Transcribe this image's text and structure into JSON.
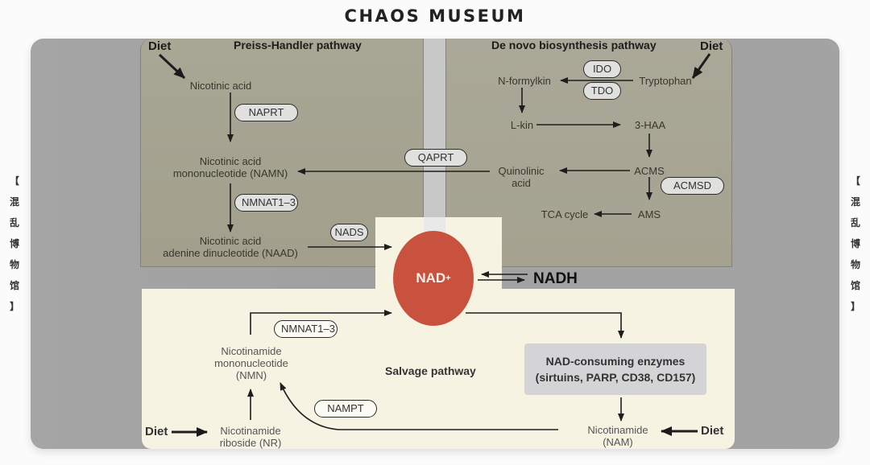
{
  "site": {
    "title": "CHAOS MUSEUM",
    "side_label": [
      "【",
      "混",
      "乱",
      "博",
      "物",
      "馆",
      "】"
    ]
  },
  "preiss_handler": {
    "title": "Preiss-Handler pathway",
    "diet": "Diet",
    "nicotinic_acid": "Nicotinic acid",
    "naprt": "NAPRT",
    "namn_line1": "Nicotinic acid",
    "namn_line2": "mononucleotide (NAMN)",
    "nmnat": "NMNAT1–3",
    "naad_line1": "Nicotinic acid",
    "naad_line2": "adenine dinucleotide (NAAD)",
    "nads": "NADS"
  },
  "de_novo": {
    "title": "De novo biosynthesis pathway",
    "diet": "Diet",
    "tryptophan": "Tryptophan",
    "ido": "IDO",
    "tdo": "TDO",
    "n_formylkin": "N-formylkin",
    "l_kin": "L-kin",
    "haa": "3-HAA",
    "acms": "ACMS",
    "acmsd": "ACMSD",
    "ams": "AMS",
    "tca": "TCA cycle",
    "quinolinic_line1": "Quinolinic",
    "quinolinic_line2": "acid",
    "qaprt": "QAPRT"
  },
  "center": {
    "nad": "NAD",
    "nad_charge": "+",
    "nadh": "NADH"
  },
  "salvage": {
    "title": "Salvage pathway",
    "nmnat": "NMNAT1–3",
    "nmn_line1": "Nicotinamide",
    "nmn_line2": "mononucleotide",
    "nmn_line3": "(NMN)",
    "nampt": "NAMPT",
    "diet_left": "Diet",
    "nr_line1": "Nicotinamide",
    "nr_line2": "riboside (NR)",
    "consuming_line1": "NAD-consuming enzymes",
    "consuming_line2": "(sirtuins, PARP, CD38, CD157)",
    "nam_line1": "Nicotinamide",
    "nam_line2": "(NAM)",
    "diet_right": "Diet"
  }
}
